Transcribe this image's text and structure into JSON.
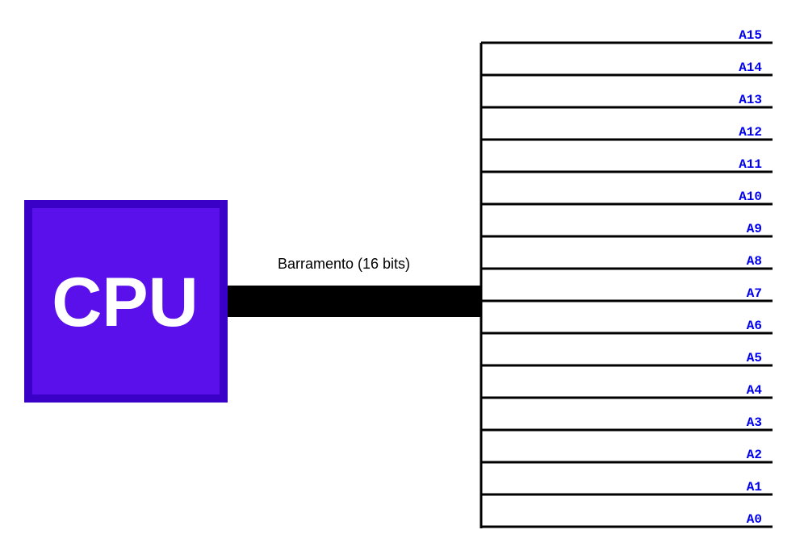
{
  "cpu": {
    "label": "CPU",
    "fill_color": "#5a10ea",
    "border_color": "#3a00c8"
  },
  "bus": {
    "label": "Barramento (16 bits)",
    "color": "#000000"
  },
  "address_lines": {
    "label_color": "#0000ee",
    "labels": [
      "A15",
      "A14",
      "A13",
      "A12",
      "A11",
      "A10",
      "A9",
      "A8",
      "A7",
      "A6",
      "A5",
      "A4",
      "A3",
      "A2",
      "A1",
      "A0"
    ]
  }
}
